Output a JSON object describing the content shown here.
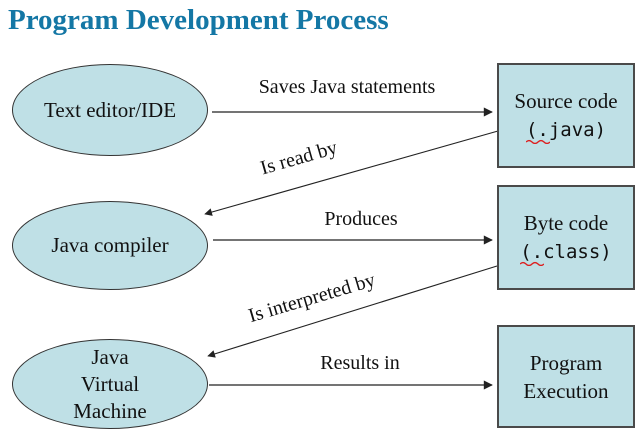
{
  "title": "Program Development Process",
  "colors": {
    "title_text": "#1477A5",
    "shape_fill": "#BFE0E6",
    "ellipse_border": "#333333",
    "rect_border": "#4A4A4A",
    "arrow": "#222222",
    "squiggle": "#DD1F1F"
  },
  "nodes": {
    "editor": {
      "label": "Text editor/IDE"
    },
    "compiler": {
      "label": "Java compiler"
    },
    "jvm": {
      "label": "Java\nVirtual\nMachine"
    },
    "source": {
      "title": "Source code",
      "code": "(.java)"
    },
    "bytecode": {
      "title": "Byte code",
      "code": "(.class)"
    },
    "execution": {
      "label": "Program\nExecution"
    }
  },
  "edges": {
    "saves": "Saves Java statements",
    "is_read_by": "Is read by",
    "produces": "Produces",
    "is_interpreted_by": "Is interpreted by",
    "results_in": "Results in"
  }
}
